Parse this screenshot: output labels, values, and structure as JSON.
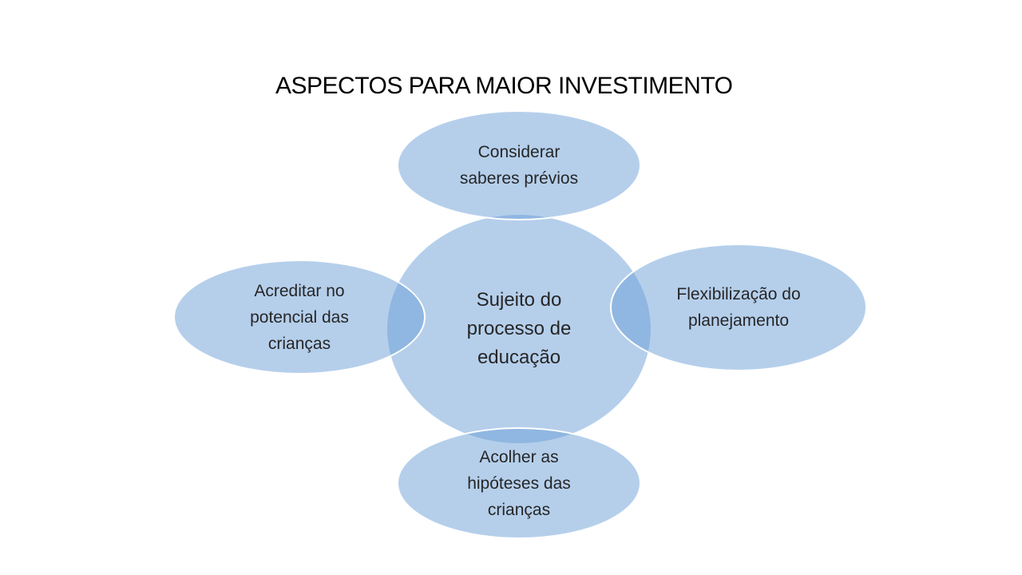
{
  "title": "ASPECTOS PARA MAIOR INVESTIMENTO",
  "diagram": {
    "center": {
      "label": "Sujeito do\nprocesso de\neducação"
    },
    "top": {
      "label": "Considerar\nsaberes prévios"
    },
    "left": {
      "label": "Acreditar no\npotencial das\ncrianças"
    },
    "right": {
      "label": "Flexibilização do\nplanejamento"
    },
    "bottom": {
      "label": "Acolher as\nhipóteses das\ncrianças"
    }
  },
  "colors": {
    "shape_fill_base": "#6BA0D8",
    "shape_fill_opacity": "0.5",
    "shape_fill_rendered_single": "#B4CFEB",
    "shape_fill_rendered_overlap": "#8FB5DD",
    "shape_outline": "#FFFFFF",
    "label_text": "#262626",
    "title_text": "#000000",
    "background": "#FFFFFF"
  }
}
